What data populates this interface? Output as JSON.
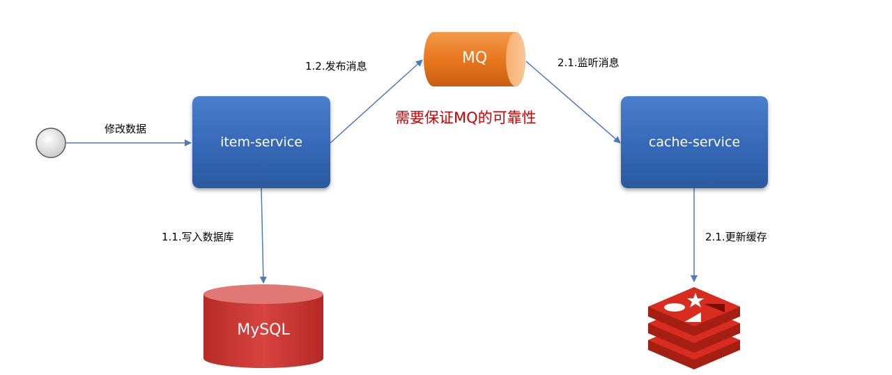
{
  "actions": {
    "modify": "修改数据",
    "publish": "1.2.发布消息",
    "listen": "2.1.监听消息",
    "write_db": "1.1.写入数据库",
    "update_cache": "2.1.更新缓存"
  },
  "nodes": {
    "item_service": "item-service",
    "cache_service": "cache-service",
    "mq": "MQ",
    "mysql": "MySQL"
  },
  "note": "需要保证MQ的可靠性",
  "colors": {
    "service_blue": "#3568b6",
    "arrow_blue": "#4a7ac2",
    "mq_orange": "#e8781e",
    "mysql_red": "#c9302c",
    "redis_red": "#d82c20",
    "note_red": "#d40000"
  }
}
